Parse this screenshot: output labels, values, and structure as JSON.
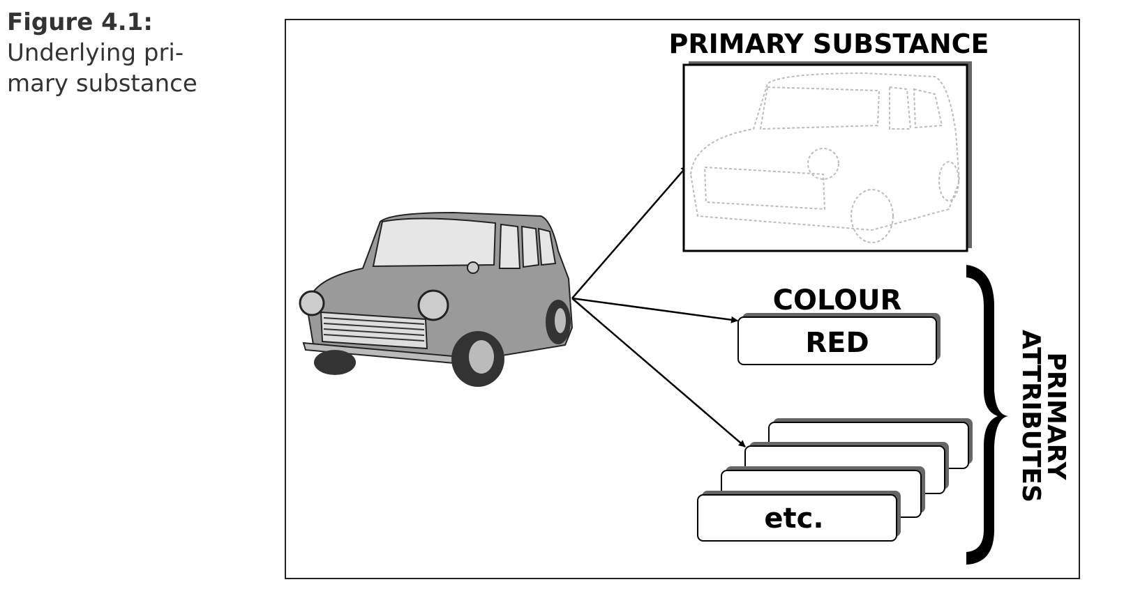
{
  "caption": {
    "figure_label": "Figure 4.1:",
    "line1": "Underlying pri-",
    "line2": "mary substance"
  },
  "diagram": {
    "primary_substance_label": "PRIMARY SUBSTANCE",
    "colour_label": "COLOUR",
    "colour_value": "RED",
    "etc_label": "etc.",
    "primary_attributes_line1": "PRIMARY",
    "primary_attributes_line2": "ATTRIBUTES"
  },
  "colors": {
    "shadow": "#666666",
    "car_body": "#9a9a9a"
  }
}
